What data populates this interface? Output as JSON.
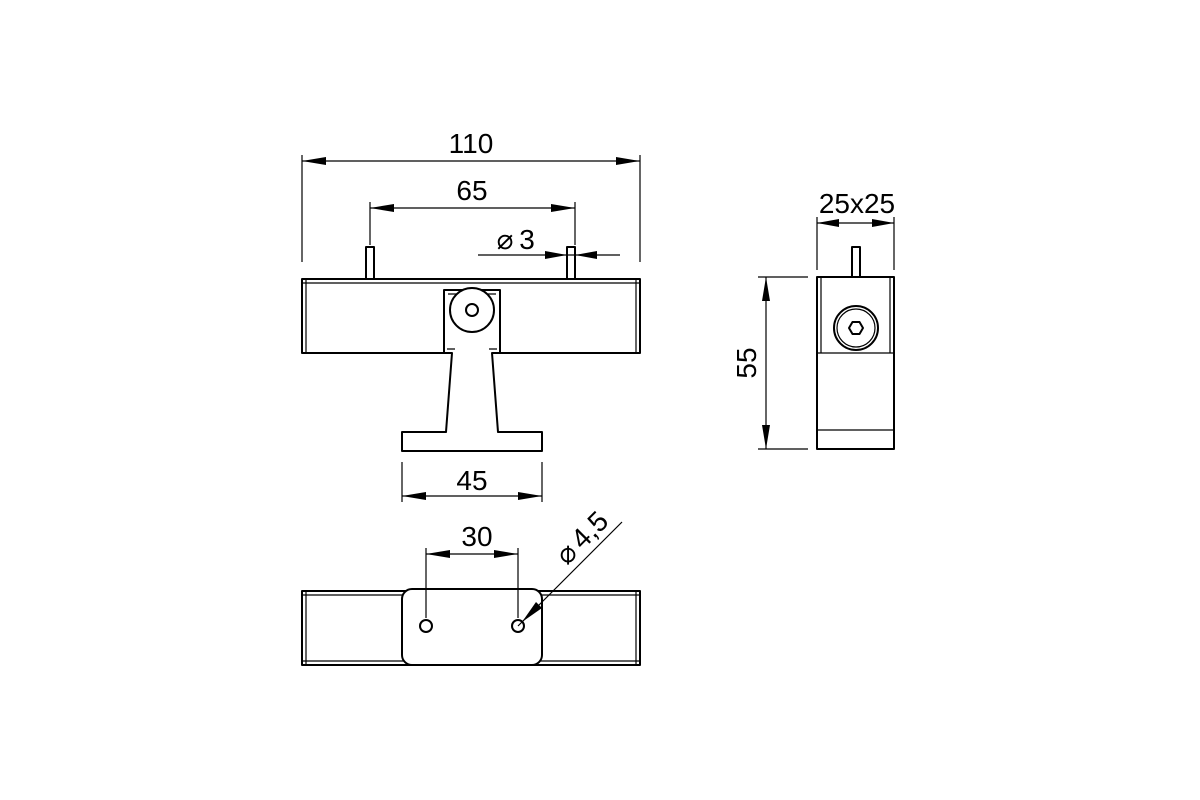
{
  "dimensions": {
    "overall_length": "110",
    "pin_spacing": "65",
    "pin_diameter": "3",
    "foot_width": "45",
    "hole_spacing": "30",
    "hole_diameter": "4,5",
    "section": "25x25",
    "height": "55"
  },
  "symbols": {
    "diameter": "⌀"
  }
}
